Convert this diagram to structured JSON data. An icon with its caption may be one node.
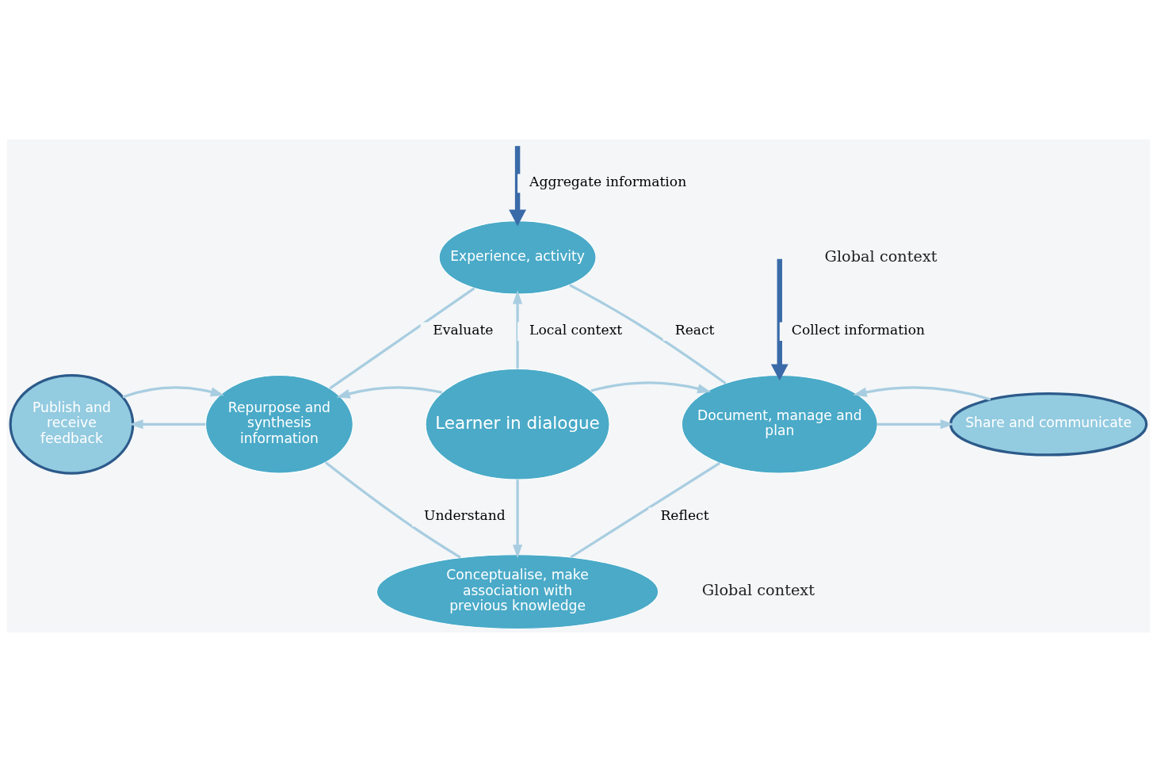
{
  "diagram": {
    "nodes": [
      {
        "text": [
          "Experience, activity"
        ]
      },
      {
        "text": [
          "Learner in dialogue"
        ]
      },
      {
        "text": [
          "Repurpose and synthesis information"
        ]
      },
      {
        "text": [
          "Document, manage and plan"
        ]
      },
      {
        "text": [
          "Conceptualise, make association with previous knowledge"
        ]
      },
      {
        "text": [
          "Publish and receive feedback"
        ]
      },
      {
        "text": [
          "Share and communicate"
        ]
      }
    ],
    "edges": [
      {
        "from": 1,
        "to": 0,
        "arrow": "to",
        "label": "Local context"
      },
      {
        "from": 1,
        "to": 2,
        "arrow": "to"
      },
      {
        "from": 1,
        "to": 3,
        "arrow": "to"
      },
      {
        "from": 1,
        "to": 4,
        "arrow": "to"
      },
      {
        "from": 0,
        "to": 3,
        "arrow": "none",
        "label": "React"
      },
      {
        "from": 3,
        "to": 4,
        "arrow": "none",
        "label": "Reflect"
      },
      {
        "from": 4,
        "to": 2,
        "arrow": "none",
        "label": "Understand"
      },
      {
        "from": 2,
        "to": 0,
        "arrow": "none",
        "label": "Evaluate"
      },
      {
        "from": 3,
        "to": 6,
        "arrow": "to"
      },
      {
        "from": 6,
        "to": 3,
        "arrow": "to"
      },
      {
        "from": 2,
        "to": 5,
        "arrow": "to"
      },
      {
        "from": 5,
        "to": 2,
        "arrow": "to"
      },
      {
        "from": null,
        "to": 0,
        "arrow": "to",
        "label": "Aggregate information",
        "style": "thick",
        "color": "#3a6aa8"
      },
      {
        "from": null,
        "to": 3,
        "arrow": "to",
        "label": "Collect information",
        "style": "thick",
        "color": "#3a6aa8"
      }
    ],
    "labels": [
      "Global context",
      "Global context"
    ]
  }
}
